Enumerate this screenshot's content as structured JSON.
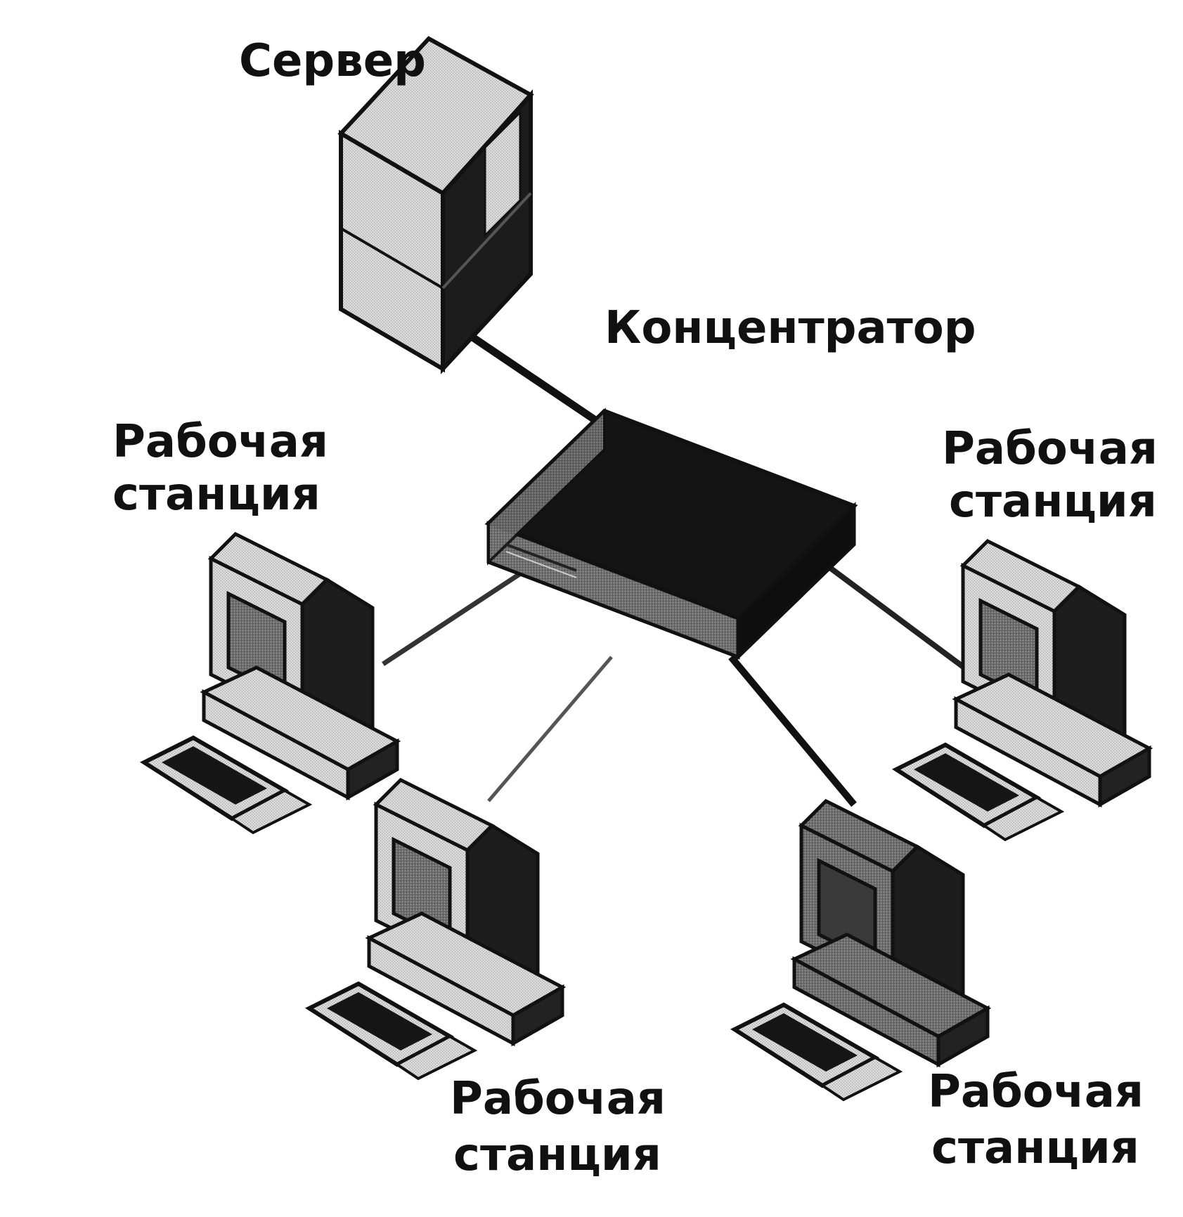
{
  "diagram": {
    "server": {
      "label": "Сервер"
    },
    "hub": {
      "label": "Концентратор"
    },
    "workstations": [
      {
        "line1": "Рабочая",
        "line2": "станция"
      },
      {
        "line1": "Рабочая",
        "line2": "станция"
      },
      {
        "line1": "Рабочая",
        "line2": "станция"
      },
      {
        "line1": "Рабочая",
        "line2": "станция"
      }
    ]
  },
  "colors": {
    "ink": "#111111",
    "light": "#dcdcdc",
    "mid": "#8a8a8a",
    "dark": "#2a2a2a"
  }
}
